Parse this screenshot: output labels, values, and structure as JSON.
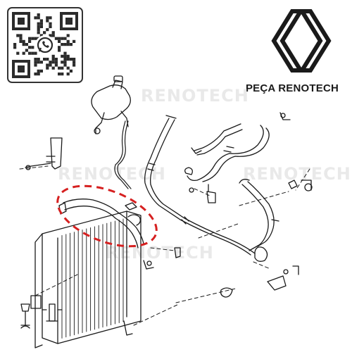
{
  "brand": {
    "caption": "PEÇA RENOTECH",
    "logo_icon": "renault-diamond-logo-icon",
    "watermark": "RENOTECH"
  },
  "qr": {
    "icon": "qr-code-icon",
    "center_icon": "whatsapp-icon",
    "accent": "#2b2b2b"
  },
  "diagram": {
    "subject": "radiator and coolant hose assembly",
    "highlight_color": "#d62020",
    "line_color": "#1a1a1a"
  }
}
